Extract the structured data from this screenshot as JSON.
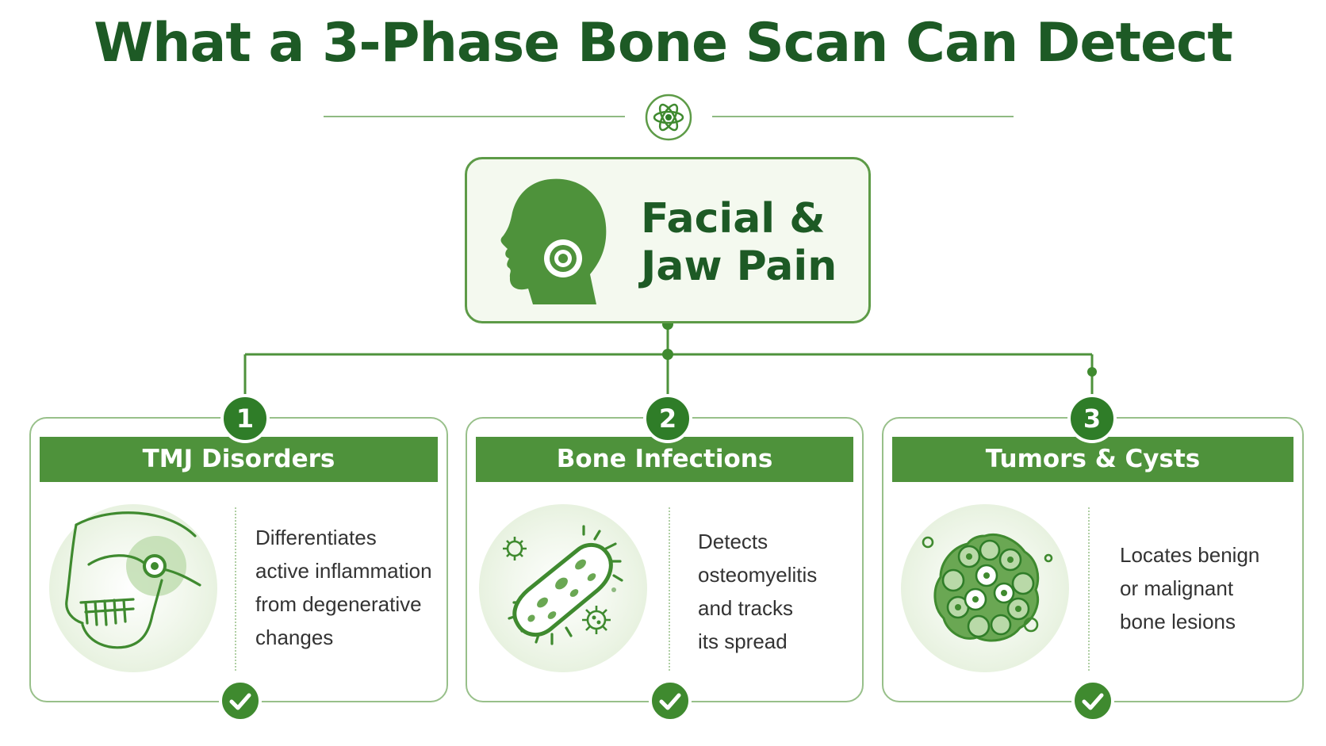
{
  "title": "What a 3-Phase Bone Scan Can Detect",
  "top_node": {
    "line1": "Facial &",
    "line2": "Jaw Pain",
    "icon": "head-target-icon"
  },
  "cards": [
    {
      "number": "1",
      "title": "TMJ Disorders",
      "lines": [
        "Differentiates",
        "active inflammation",
        "from degenerative",
        "changes"
      ],
      "icon": "jaw-joint-icon"
    },
    {
      "number": "2",
      "title": "Bone Infections",
      "lines": [
        "Detects",
        "osteomyelitis",
        "and tracks",
        "its spread"
      ],
      "icon": "bacteria-icon"
    },
    {
      "number": "3",
      "title": "Tumors & Cysts",
      "lines": [
        "Locates benign",
        "or malignant",
        "bone lesions"
      ],
      "icon": "cell-cluster-icon"
    }
  ],
  "colors": {
    "dark_green": "#1d5a25",
    "header_green": "#4e923b",
    "badge_green": "#2f7d28",
    "light_green": "#98c08a"
  }
}
